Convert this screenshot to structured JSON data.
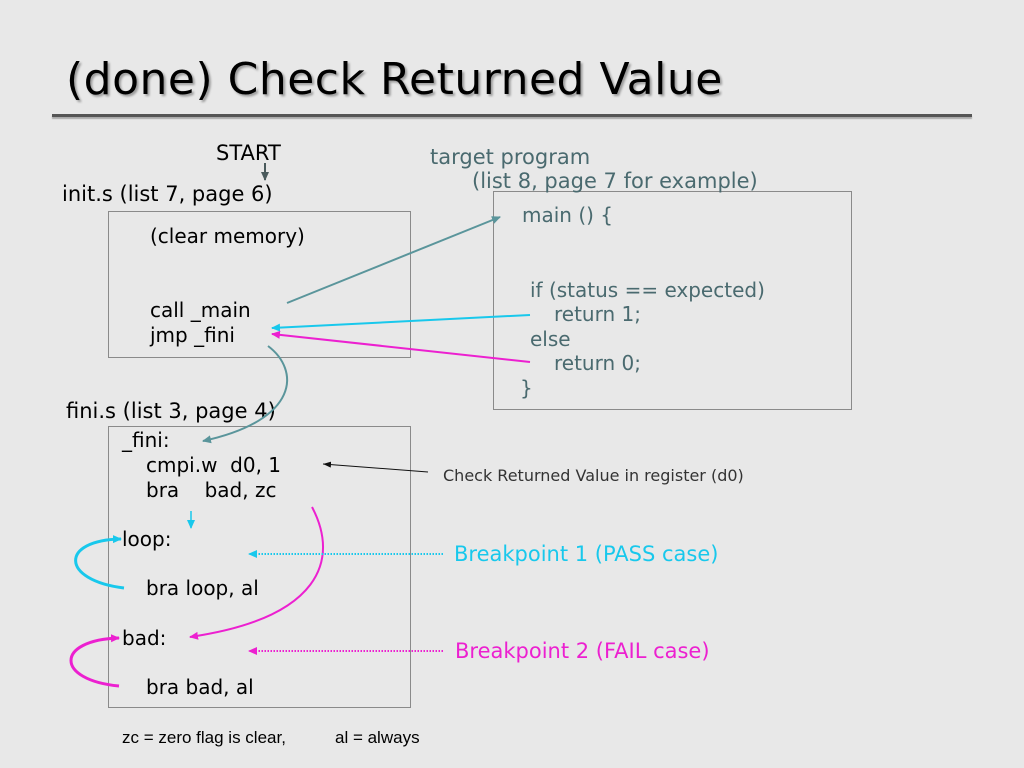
{
  "title": "(done) Check Returned Value",
  "start_label": "START",
  "init": {
    "label": "init.s (list 7, page 6)",
    "lines": [
      "(clear memory)",
      "call _main",
      "jmp _fini"
    ]
  },
  "target": {
    "label_line1": "target program",
    "label_line2": "(list 8, page 7 for example)",
    "lines": [
      "main () {",
      "if (status == expected)",
      "return 1;",
      "else",
      "return 0;",
      "}"
    ]
  },
  "fini": {
    "label": "fini.s (list 3, page 4)",
    "lines": [
      "_fini:",
      "cmpi.w  d0, 1",
      "bra    bad, zc",
      "loop:",
      "bra loop, al",
      "bad:",
      "bra bad, al"
    ]
  },
  "annotations": {
    "check": "Check Returned Value in register (d0)",
    "bp1": "Breakpoint 1 (PASS case)",
    "bp2": "Breakpoint 2 (FAIL case)"
  },
  "footer": {
    "zc": "zc = zero flag is clear,",
    "al": "al = always"
  },
  "colors": {
    "background": "#e8e8e8",
    "teal_arrow": "#5a959b",
    "cyan_arrow": "#18c8ec",
    "magenta_arrow": "#ec20d0",
    "box_border": "#8a8a8a"
  }
}
